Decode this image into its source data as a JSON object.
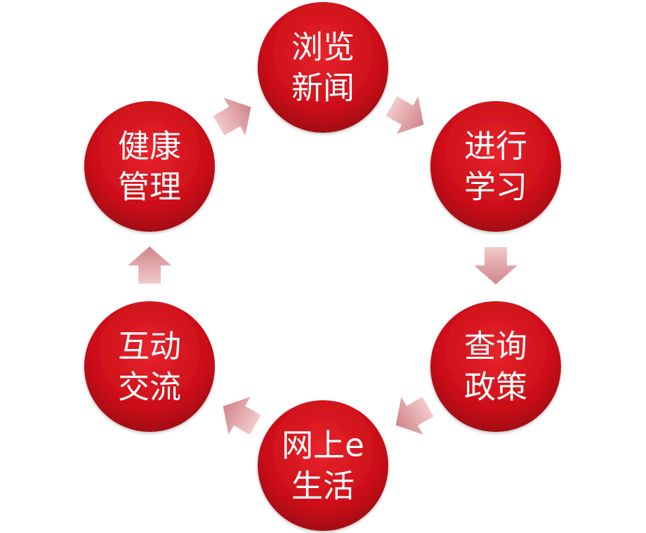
{
  "nodes": [
    {
      "line1": "浏览",
      "line2": "新闻"
    },
    {
      "line1": "进行",
      "line2": "学习"
    },
    {
      "line1": "查询",
      "line2": "政策"
    },
    {
      "line1": "网上e",
      "line2": "生活"
    },
    {
      "line1": "互动",
      "line2": "交流"
    },
    {
      "line1": "健康",
      "line2": "管理"
    }
  ],
  "colors": {
    "node_highlight": "#e8242c",
    "node_main": "#cc0f19",
    "node_edge": "#a30811",
    "arrow_light": "#f2c9cb",
    "arrow_dark": "#d08589"
  }
}
